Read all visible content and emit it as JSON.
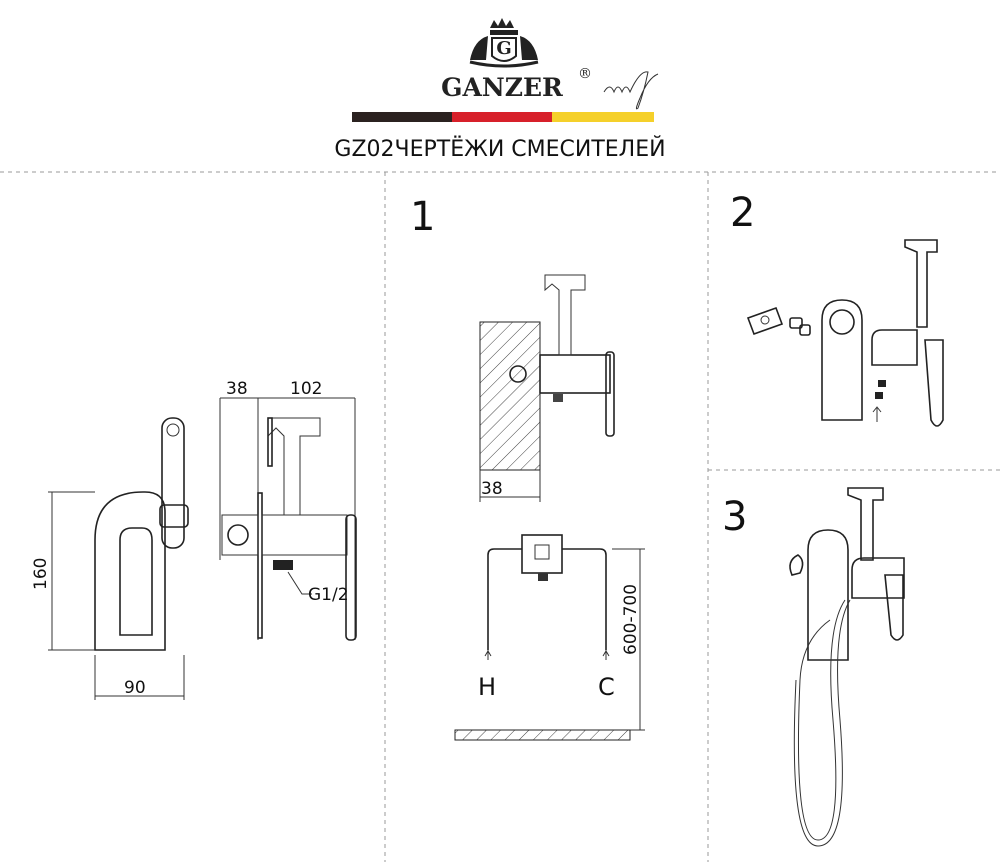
{
  "header": {
    "brand": "GANZER",
    "registered": "®",
    "title": "GZ02ЧЕРТЁЖИ СМЕСИТЕЛЕЙ",
    "flag_colors": [
      "#2b2220",
      "#d7202a",
      "#f5d02a"
    ]
  },
  "dimensions": {
    "depth_wall": "38",
    "depth_body": "102",
    "height": "160",
    "width": "90",
    "thread": "G1/2",
    "install_depth": "38",
    "install_height": "600-700",
    "hot": "H",
    "cold": "C"
  },
  "steps": [
    "1",
    "2",
    "3"
  ]
}
